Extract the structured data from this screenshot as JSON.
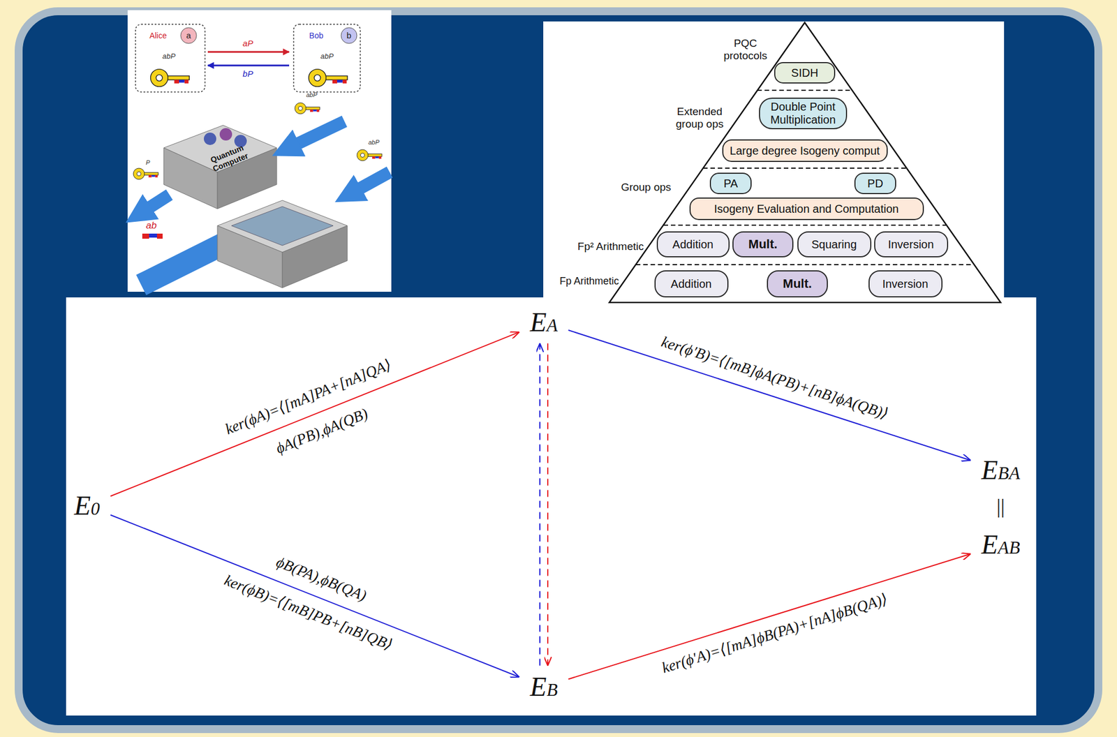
{
  "diagram": {
    "nodes": [
      {
        "text": [
          "SIDH"
        ]
      },
      {
        "text": [
          "Double Point Multiplication"
        ]
      },
      {
        "text": [
          "Large degree Isogeny comput"
        ]
      },
      {
        "text": [
          "PA"
        ]
      },
      {
        "text": [
          "PD"
        ]
      },
      {
        "text": [
          "Isogeny Evaluation and Computation"
        ]
      },
      {
        "text": [
          "Addition"
        ]
      },
      {
        "text": [
          "Mult."
        ]
      },
      {
        "text": [
          "Squaring"
        ]
      },
      {
        "text": [
          "Inversion"
        ]
      },
      {
        "text": [
          "Addition"
        ]
      },
      {
        "text": [
          "Mult."
        ]
      },
      {
        "text": [
          "Inversion"
        ]
      },
      {
        "text": [
          "E0"
        ]
      },
      {
        "text": [
          "EA"
        ]
      },
      {
        "text": [
          "EB"
        ]
      },
      {
        "text": [
          "EBA"
        ]
      },
      {
        "text": [
          "EAB"
        ]
      }
    ],
    "edges": [
      {
        "from": 13,
        "to": 14,
        "arrow": "to",
        "label": "ker(ϕA)=⟨[mA]PA+[nA]QA⟩"
      },
      {
        "from": 13,
        "to": 15,
        "arrow": "to",
        "label": "ker(ϕB)=⟨[mB]PB+[nB]QB⟩"
      },
      {
        "from": 14,
        "to": 16,
        "arrow": "to",
        "label": "ker(ϕ′B)=⟨[mB]ϕA(PB)+[nB]ϕA(QB)⟩"
      },
      {
        "from": 15,
        "to": 17,
        "arrow": "to",
        "label": "ker(ϕ′A)=⟨[mA]ϕB(PA)+[nA]ϕB(QA)⟩"
      },
      {
        "from": 15,
        "to": 14,
        "arrow": "to"
      },
      {
        "from": 14,
        "to": 15,
        "arrow": "to"
      }
    ],
    "labels": [
      "Alice",
      "a",
      "Bob",
      "b",
      "abP",
      "abP",
      "aP",
      "bP",
      "Quantum Computer",
      "abP",
      "P",
      "ab",
      "abP",
      "PQC protocols",
      "Extended group ops",
      "Group ops",
      "Fp² Arithmetic",
      "Fp Arithmetic",
      "ϕA(PB),ϕA(QB)",
      "ϕB(PA),ϕB(QA)",
      "||"
    ]
  }
}
